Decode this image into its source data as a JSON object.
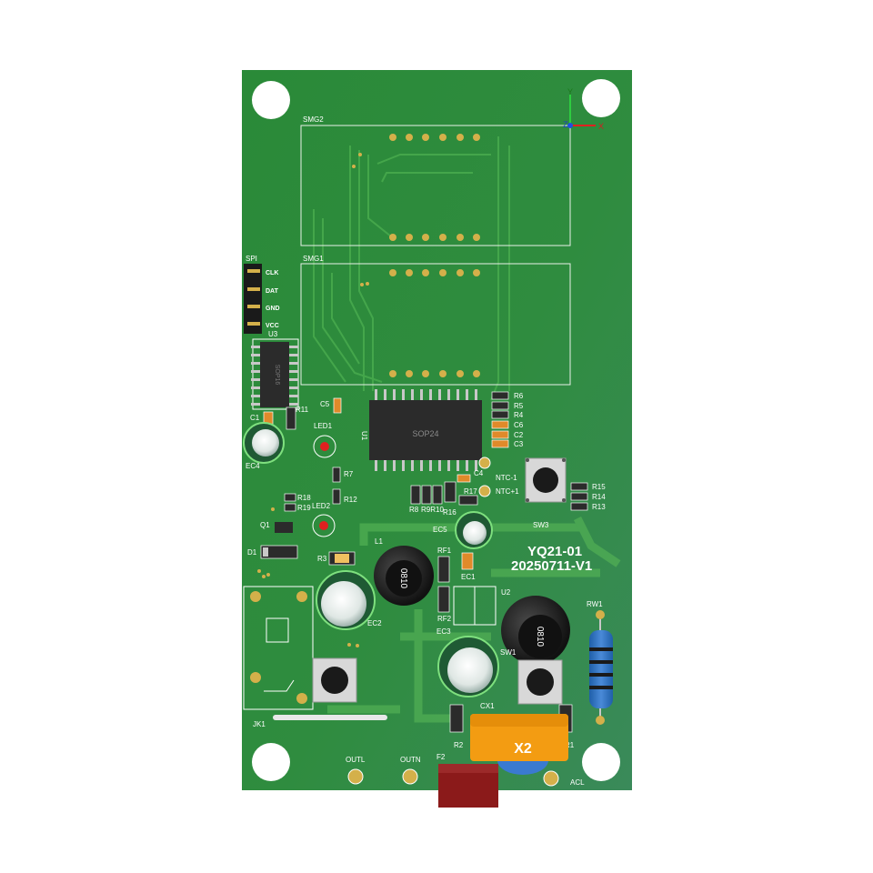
{
  "board": {
    "name": "YQ21-01",
    "version": "20250711-V1"
  },
  "colors": {
    "solder_mask": "#2e8b3e",
    "silkscreen": "#ffffff",
    "copper_pad": "#d4b04a",
    "led_red": "#e02020"
  },
  "displays": {
    "smg2": "SMG2",
    "smg1": "SMG1"
  },
  "spi_header": {
    "title": "SPI",
    "pins": [
      "CLK",
      "DAT",
      "GND",
      "VCC"
    ]
  },
  "axes": {
    "y": "Y",
    "x": "X",
    "z": "Z"
  },
  "ics": {
    "u1_label": "U1",
    "u1_marking": "SOP24",
    "u2_label": "U2",
    "u3_label": "U3",
    "u3_marking": "SOP16"
  },
  "inductors": {
    "l1": "L1",
    "marking": "0810"
  },
  "capacitors": {
    "ec1": "EC1",
    "ec2": "EC2",
    "ec3": "EC3",
    "ec4": "EC4",
    "ec5": "EC5",
    "c1": "C1",
    "c2": "C2",
    "c3": "C3",
    "c4": "C4",
    "c5": "C5",
    "c6": "C6",
    "cx1": "CX1"
  },
  "resistors": {
    "r1": "R1",
    "r2": "R2",
    "r3": "R3",
    "r4": "R4",
    "r5": "R5",
    "r6": "R6",
    "r7": "R7",
    "r8": "R8",
    "r9r10": "R9R10",
    "r11": "R11",
    "r12": "R12",
    "r13": "R13",
    "r14": "R14",
    "r15": "R15",
    "r16": "R16",
    "r17": "R17",
    "r18": "R18",
    "r19": "R19",
    "rf1": "RF1",
    "rf2": "RF2",
    "rw1": "RW1"
  },
  "leds": {
    "led1": "LED1",
    "led2": "LED2"
  },
  "switches": {
    "sw1": "SW1",
    "sw3": "SW3"
  },
  "misc": {
    "q1": "Q1",
    "d1": "D1",
    "jk1": "JK1",
    "f2": "F2",
    "x2": "X2",
    "ntc_minus": "NTC-1",
    "ntc_plus": "NTC+1",
    "outl": "OUTL",
    "outn": "OUTN",
    "acl": "ACL"
  }
}
